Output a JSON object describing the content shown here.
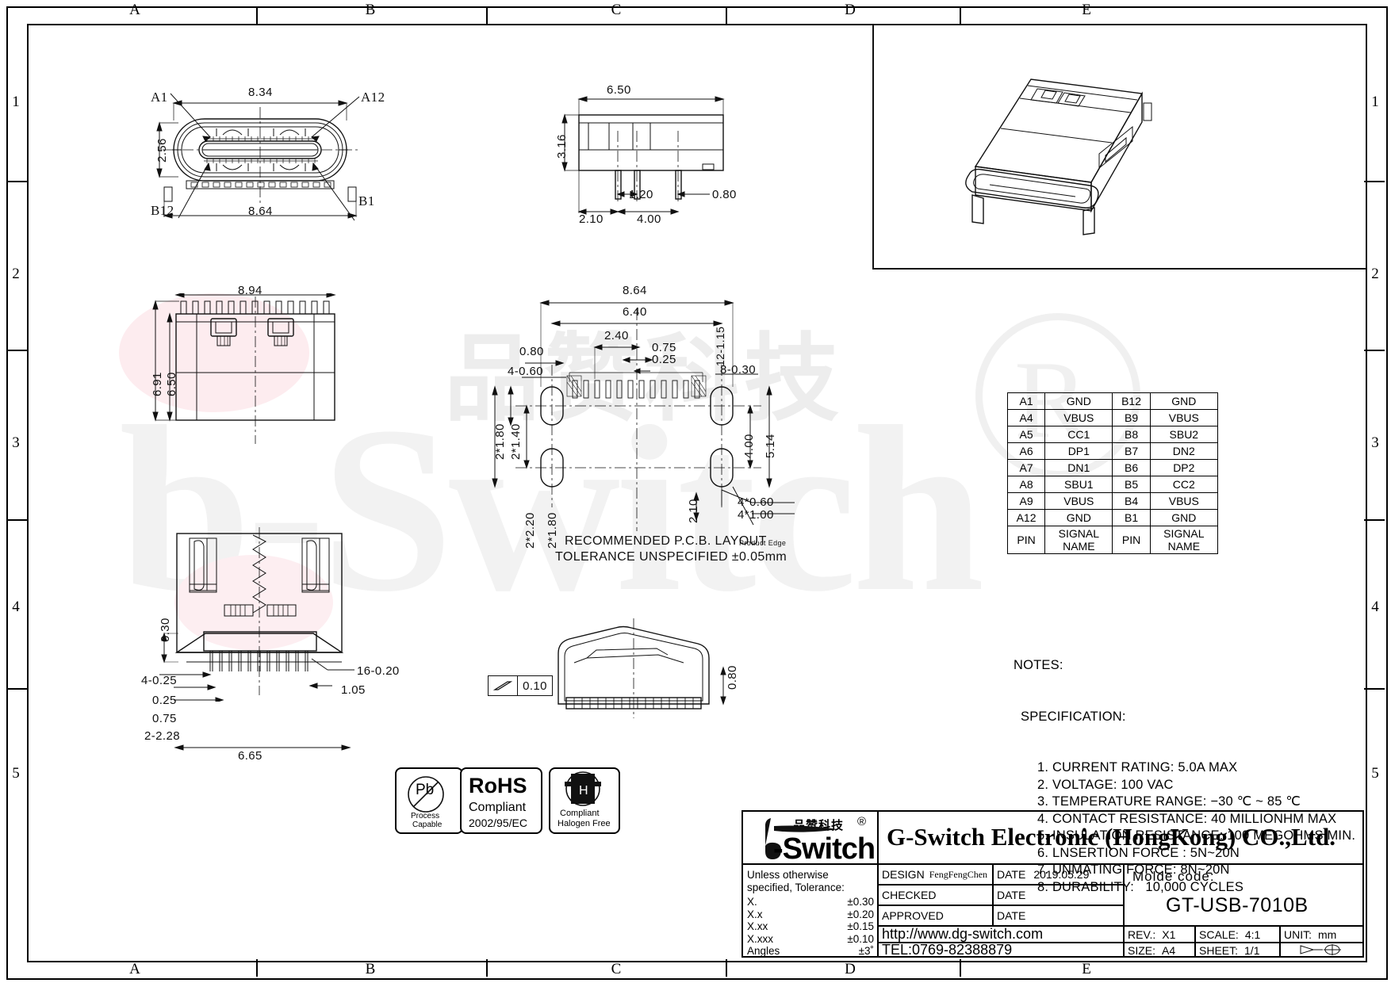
{
  "sheet": {
    "zones_top": [
      "A",
      "B",
      "C",
      "D",
      "E"
    ],
    "zones_bottom": [
      "A",
      "B",
      "C",
      "D",
      "E"
    ],
    "zones_left": [
      "1",
      "2",
      "3",
      "4",
      "5"
    ],
    "zones_right": [
      "1",
      "2",
      "3",
      "4",
      "5"
    ]
  },
  "views": {
    "front": {
      "name": "front-view",
      "dims": [
        "8.34",
        "2.56",
        "8.64"
      ],
      "callouts": [
        "A1",
        "A12",
        "B12",
        "B1"
      ]
    },
    "side": {
      "name": "side-view",
      "dims": [
        "6.50",
        "3.16",
        "1.20",
        "0.80",
        "2.10",
        "4.00"
      ]
    },
    "left_mid": {
      "name": "top-view",
      "dims": [
        "8.94",
        "6.91",
        "6.50"
      ]
    },
    "pcb": {
      "title_line1": "RECOMMENDED  P.C.B. LAYOUT",
      "title_line2": "TOLERANCE  UNSPECIFIED  ±0.05mm",
      "edge_note": "Product Edge",
      "dims": [
        "8.64",
        "6.40",
        "2.40",
        "0.75",
        "0.25",
        "0.80",
        "4-0.60",
        "8-0.30",
        "12-1.15",
        "2*1.80",
        "2*1.40",
        "2*2.20",
        "2*1.80",
        "4.00",
        "5.14",
        "2.10",
        "4*0.60",
        "4*1.00"
      ]
    },
    "bottom_left": {
      "name": "bottom-view",
      "dims": [
        "0.30",
        "16-0.20",
        "1.05",
        "4-0.25",
        "0.25",
        "0.75",
        "2-2.28",
        "6.65"
      ]
    },
    "bottom_mid": {
      "name": "section-view",
      "dims": [
        "0.80",
        "0.10"
      ]
    },
    "iso": {
      "name": "isometric-view"
    }
  },
  "pin_table": {
    "rows": [
      {
        "pin_a": "A1",
        "sig_a": "GND",
        "pin_b": "B12",
        "sig_b": "GND"
      },
      {
        "pin_a": "A4",
        "sig_a": "VBUS",
        "pin_b": "B9",
        "sig_b": "VBUS"
      },
      {
        "pin_a": "A5",
        "sig_a": "CC1",
        "pin_b": "B8",
        "sig_b": "SBU2"
      },
      {
        "pin_a": "A6",
        "sig_a": "DP1",
        "pin_b": "B7",
        "sig_b": "DN2"
      },
      {
        "pin_a": "A7",
        "sig_a": "DN1",
        "pin_b": "B6",
        "sig_b": "DP2"
      },
      {
        "pin_a": "A8",
        "sig_a": "SBU1",
        "pin_b": "B5",
        "sig_b": "CC2"
      },
      {
        "pin_a": "A9",
        "sig_a": "VBUS",
        "pin_b": "B4",
        "sig_b": "VBUS"
      },
      {
        "pin_a": "A12",
        "sig_a": "GND",
        "pin_b": "B1",
        "sig_b": "GND"
      }
    ],
    "footer": {
      "pin_a": "PIN",
      "sig_a": "SIGNAL NAME",
      "pin_b": "PIN",
      "sig_b": "SIGNAL NAME"
    }
  },
  "notes": {
    "heading": "NOTES:",
    "subheading": "SPECIFICATION:",
    "items": [
      "1. CURRENT RATING: 5.0A MAX",
      "2. VOLTAGE: 100 VAC",
      "3. TEMPERATURE RANGE: −30 ℃ ~ 85 ℃",
      "4. CONTACT RESISTANCE: 40 MILLIONHM MAX",
      "5. INSULATION RESISTANCE: 100 MEGOHMS MIN.",
      "6. LNSERTION FORCE : 5N~20N",
      "7. UNMATING FORCE: 8N~20N",
      "8. DURABILITY:   10,000 CYCLES"
    ]
  },
  "badges": {
    "pb": {
      "label_top": "Pb",
      "label_bottom_1": "Process",
      "label_bottom_2": "Capable"
    },
    "rohs": {
      "title": "RoHS",
      "line2": "Compliant",
      "line3": "2002/95/EC"
    },
    "halogen": {
      "symbol": "H",
      "line2": "Compliant",
      "line3": "Halogen Free"
    }
  },
  "title_block": {
    "logo_text": "-Switch",
    "logo_cn": "品赞科技",
    "logo_reg": "®",
    "company": "G-Switch Electronic (HongKong) CO.,Ltd.",
    "tolerance_head_1": "Unless otherwise",
    "tolerance_head_2": "specified, Tolerance:",
    "tolerances": [
      {
        "label": "X.",
        "value": "±0.30"
      },
      {
        "label": "X.x",
        "value": "±0.20"
      },
      {
        "label": "X.xx",
        "value": "±0.15"
      },
      {
        "label": "X.xxx",
        "value": "±0.10"
      },
      {
        "label": "Angles",
        "value": "±3˚"
      }
    ],
    "design_label": "DESIGN",
    "design_value": "FengFengChen",
    "date_label_1": "DATE",
    "date_value": "2019.05.29",
    "checked_label": "CHECKED",
    "date_label_2": "DATE",
    "approved_label": "APPROVED",
    "date_label_3": "DATE",
    "url": "http://www.dg-switch.com",
    "tel": "TEL:0769-82388879",
    "mold_code_label": "Molde code:",
    "part_number": "GT-USB-7010B",
    "rev_label": "REV.:",
    "rev_value": "X1",
    "scale_label": "SCALE:",
    "scale_value": "4:1",
    "unit_label": "UNIT:",
    "unit_value": "mm",
    "size_label": "SIZE:",
    "size_value": "A4",
    "sheet_label": "SHEET:",
    "sheet_value": "1/1"
  }
}
